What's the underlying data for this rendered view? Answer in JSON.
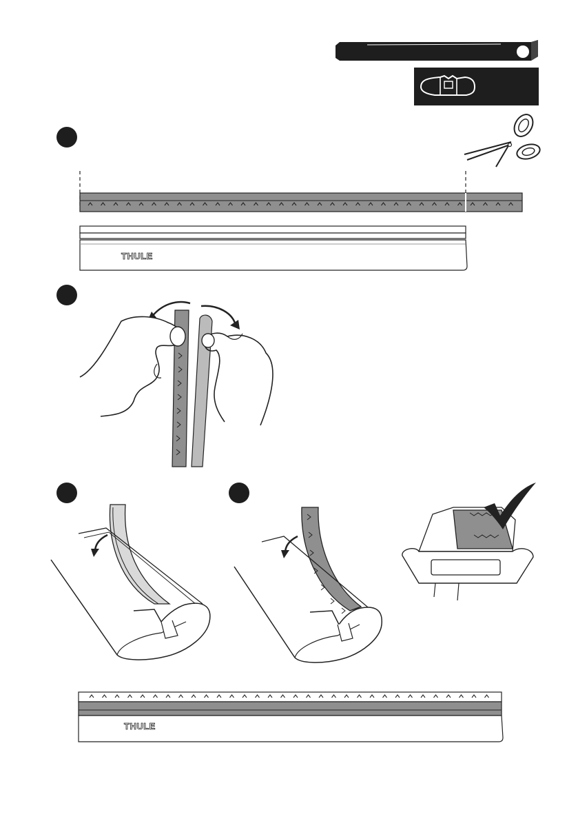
{
  "brand": {
    "logo_text": "THULE"
  },
  "steps": [
    {
      "id": 1,
      "illustration": "cut-strip-with-scissors"
    },
    {
      "id": 2,
      "illustration": "peel-strip-apart-by-hand"
    },
    {
      "id": 3,
      "illustration": "insert-plain-strip-into-bar-groove"
    },
    {
      "id": 4,
      "illustration": "insert-toothed-strip-into-bar-groove"
    }
  ],
  "icons": {
    "tab": "header-tab-icon",
    "profile": "bar-profile-icon",
    "scissors": "scissors-icon",
    "check": "checkmark-icon",
    "arrow": "curved-arrow-icon"
  },
  "colors": {
    "dark": "#1e1e1e",
    "strip": "#8f8f8f",
    "outline": "#222222"
  }
}
